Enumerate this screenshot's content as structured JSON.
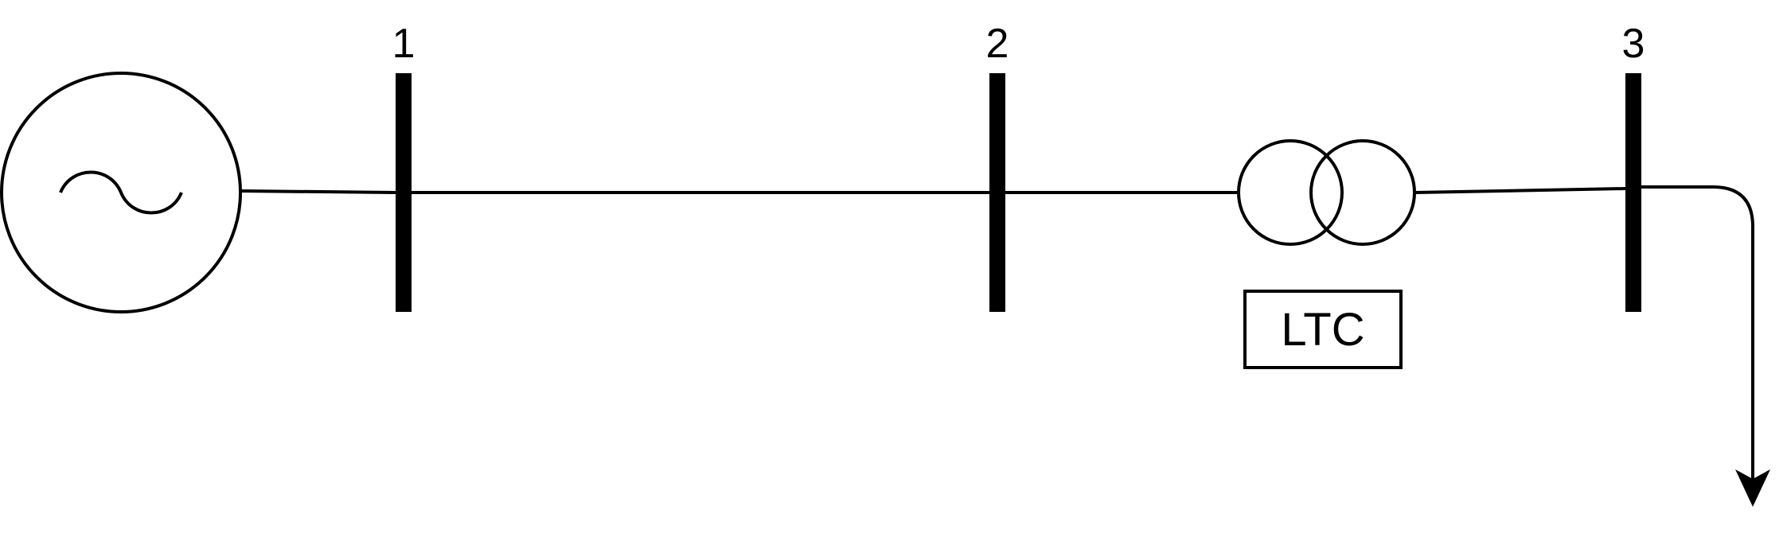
{
  "buses": [
    {
      "label": "1"
    },
    {
      "label": "2"
    },
    {
      "label": "3"
    }
  ],
  "transformer": {
    "control_label": "LTC"
  },
  "symbols": {
    "generator": "ac-generator-icon",
    "transformer": "two-winding-transformer-icon",
    "load": "load-arrow-icon"
  },
  "colors": {
    "line": "#000000",
    "background": "#ffffff"
  }
}
